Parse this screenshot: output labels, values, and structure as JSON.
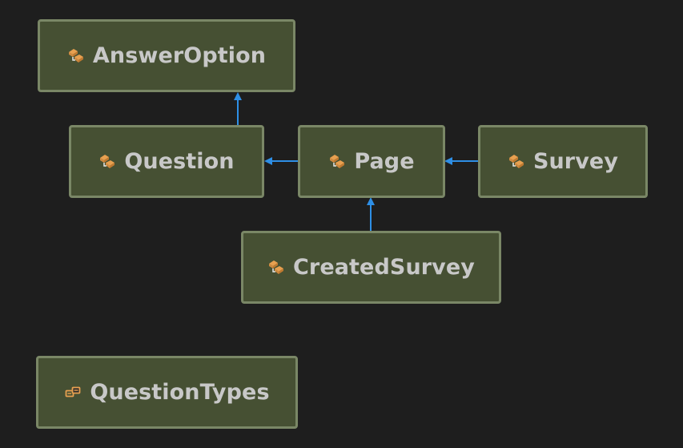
{
  "diagram": {
    "nodes": [
      {
        "id": "answer-option",
        "label": "AnswerOption",
        "icon": "class-icon"
      },
      {
        "id": "question",
        "label": "Question",
        "icon": "class-icon"
      },
      {
        "id": "page",
        "label": "Page",
        "icon": "class-icon"
      },
      {
        "id": "survey",
        "label": "Survey",
        "icon": "class-icon"
      },
      {
        "id": "created-survey",
        "label": "CreatedSurvey",
        "icon": "class-icon"
      },
      {
        "id": "question-types",
        "label": "QuestionTypes",
        "icon": "enum-icon"
      }
    ],
    "edges": [
      {
        "from": "Question",
        "to": "AnswerOption"
      },
      {
        "from": "Page",
        "to": "Question"
      },
      {
        "from": "Survey",
        "to": "Page"
      },
      {
        "from": "CreatedSurvey",
        "to": "Page"
      }
    ],
    "colors": {
      "background": "#1e1e1e",
      "node_fill": "#465033",
      "node_border": "#7a8766",
      "label": "#c8c8c8",
      "connector": "#2e8fe6",
      "icon": "#e8a050"
    }
  }
}
